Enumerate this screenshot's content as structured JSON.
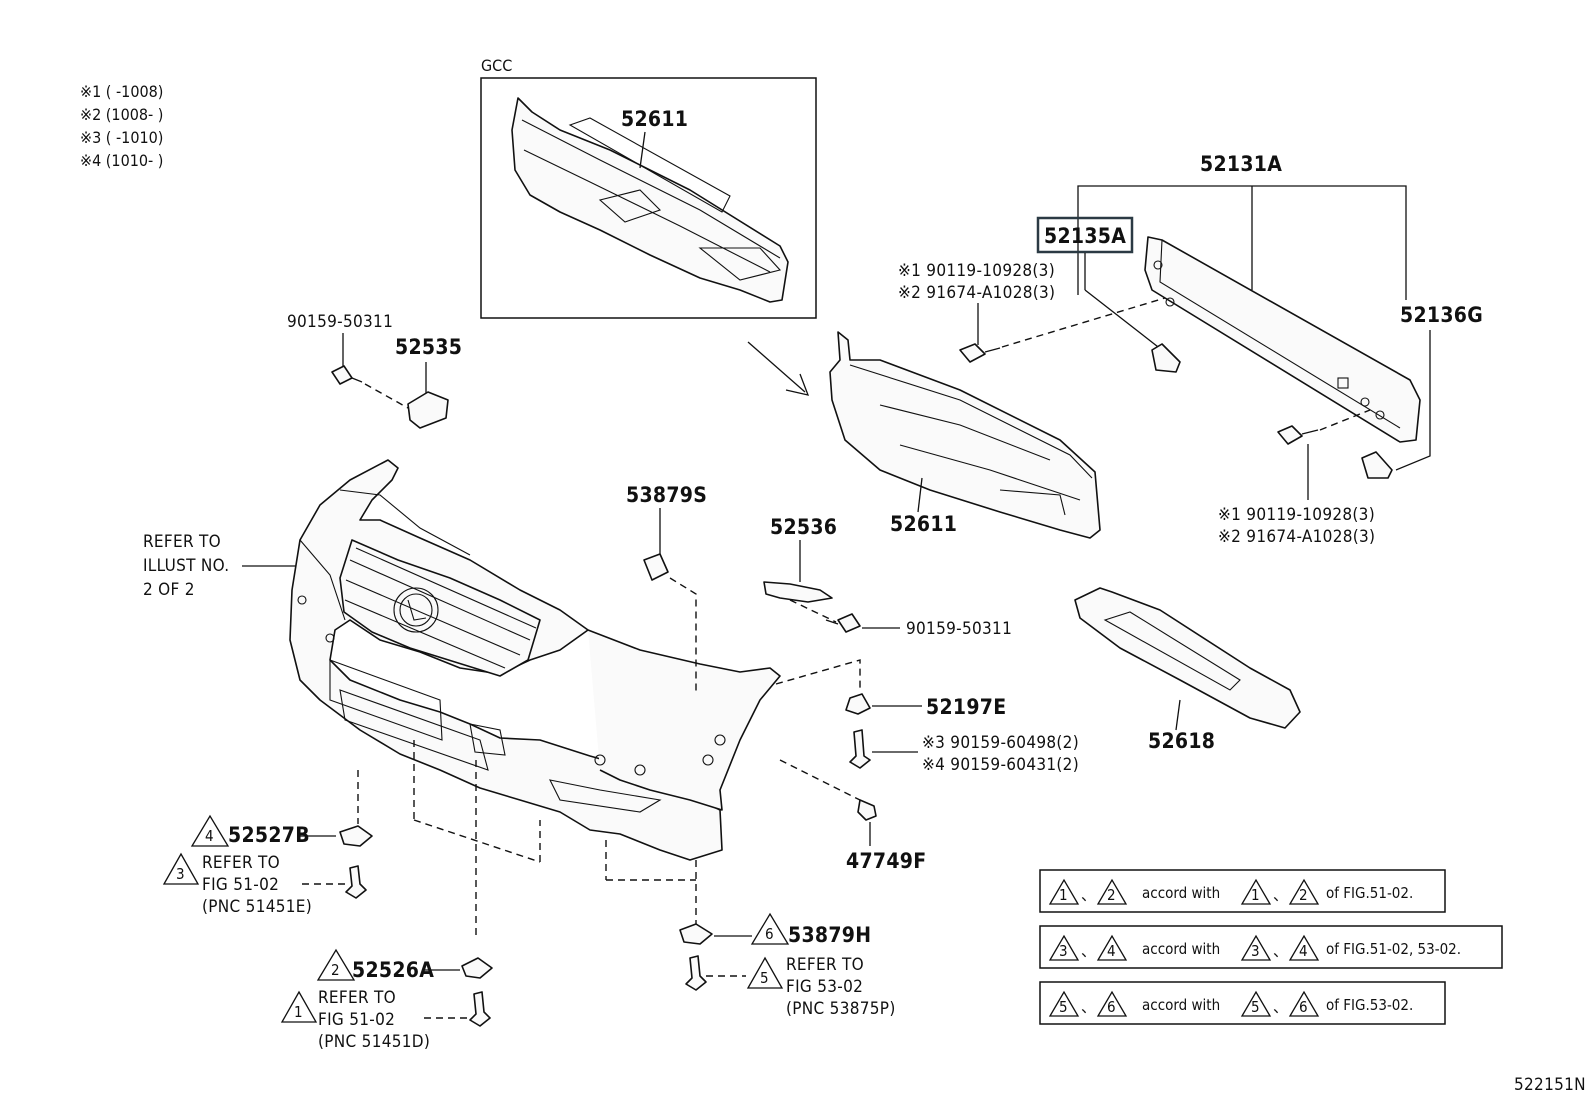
{
  "footnotes": [
    "※1 (      -1008)",
    "※2 (1008-       )",
    "※3 (      -1010)",
    "※4 (1010-       )"
  ],
  "gcc_label": "GCC",
  "parts": {
    "p52611_gcc": "52611",
    "p52611": "52611",
    "p52131A": "52131A",
    "p52135A": "52135A",
    "p52136G": "52136G",
    "p52618": "52618",
    "p90159_50311_top": "90159-50311",
    "p52535": "52535",
    "p53879S": "53879S",
    "p52536": "52536",
    "p90159_50311_mid": "90159-50311",
    "p52197E": "52197E",
    "p47749F": "47749F",
    "p52527B": "52527B",
    "p52526A": "52526A",
    "p53879H": "53879H",
    "p522151N": "522151N"
  },
  "bolt_notes": {
    "upper_1": "※1 90119-10928(3)",
    "upper_2": "※2 91674-A1028(3)",
    "lower_1": "※1 90119-10928(3)",
    "lower_2": "※2 91674-A1028(3)",
    "mid_3": "※3 90159-60498(2)",
    "mid_4": "※4 90159-60431(2)"
  },
  "refer_illust": [
    "REFER TO",
    "ILLUST NO.",
    "2 OF 2"
  ],
  "refer_51451E": [
    "REFER TO",
    "FIG 51-02",
    "(PNC 51451E)"
  ],
  "refer_51451D": [
    "REFER TO",
    "FIG 51-02",
    "(PNC 51451D)"
  ],
  "refer_53875P": [
    "REFER TO",
    "FIG 53-02",
    "(PNC 53875P)"
  ],
  "triangles": {
    "t52527B": "4",
    "t51451E": "3",
    "t52526A": "2",
    "t51451D": "1",
    "t53879H": "6",
    "t53875P": "5"
  },
  "legend": [
    {
      "a": "1",
      "b": "2",
      "text": "accord with",
      "c": "1",
      "d": "2",
      "fig": "of FIG.51-02."
    },
    {
      "a": "3",
      "b": "4",
      "text": "accord with",
      "c": "3",
      "d": "4",
      "fig": "of FIG.51-02, 53-02."
    },
    {
      "a": "5",
      "b": "6",
      "text": "accord with",
      "c": "5",
      "d": "6",
      "fig": "of FIG.53-02."
    }
  ]
}
